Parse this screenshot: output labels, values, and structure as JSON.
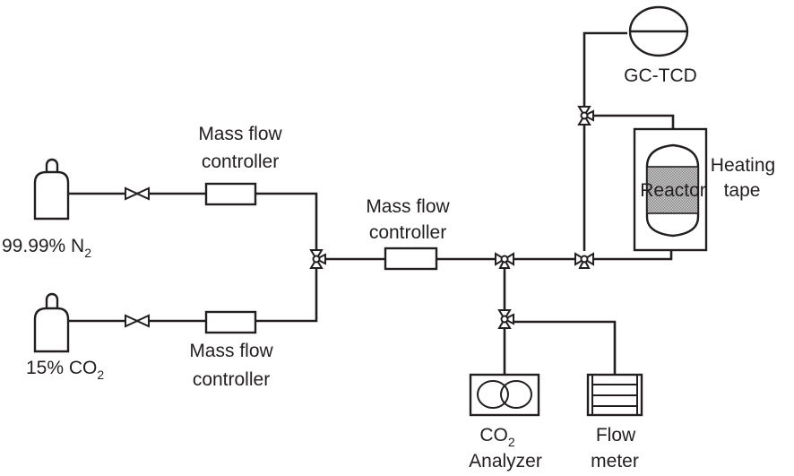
{
  "diagram": {
    "type": "process-flow-schematic",
    "nodes": {
      "n2_cylinder": {
        "label_main": "99.99% N",
        "label_sub": "2"
      },
      "co2_cylinder": {
        "label_main": "15% CO",
        "label_sub": "2"
      },
      "mfc_n2": {
        "line1": "Mass flow",
        "line2": "controller"
      },
      "mfc_co2": {
        "line1": "Mass flow",
        "line2": "controller"
      },
      "mfc_main": {
        "line1": "Mass flow",
        "line2": "controller"
      },
      "gc_tcd": {
        "label": "GC-TCD"
      },
      "reactor": {
        "label": "Reactor"
      },
      "heating_tape": {
        "line1": "Heating",
        "line2": "tape"
      },
      "co2_analyzer": {
        "line1_main": "CO",
        "line1_sub": "2",
        "line2": "Analyzer"
      },
      "flow_meter": {
        "line1": "Flow",
        "line2": "meter"
      }
    },
    "edges": [
      [
        "n2_cylinder",
        "needle_valve_n2"
      ],
      [
        "needle_valve_n2",
        "mfc_n2"
      ],
      [
        "co2_cylinder",
        "needle_valve_co2"
      ],
      [
        "needle_valve_co2",
        "mfc_co2"
      ],
      [
        "mfc_n2",
        "three_way_valve_1"
      ],
      [
        "mfc_co2",
        "three_way_valve_1"
      ],
      [
        "three_way_valve_1",
        "mfc_main"
      ],
      [
        "mfc_main",
        "three_way_valve_2"
      ],
      [
        "three_way_valve_2",
        "three_way_valve_3"
      ],
      [
        "three_way_valve_2",
        "three_way_valve_5"
      ],
      [
        "three_way_valve_3",
        "reactor"
      ],
      [
        "three_way_valve_3",
        "three_way_valve_4"
      ],
      [
        "reactor",
        "three_way_valve_4"
      ],
      [
        "three_way_valve_4",
        "gc_tcd"
      ],
      [
        "three_way_valve_5",
        "co2_analyzer"
      ],
      [
        "three_way_valve_5",
        "flow_meter"
      ]
    ]
  }
}
